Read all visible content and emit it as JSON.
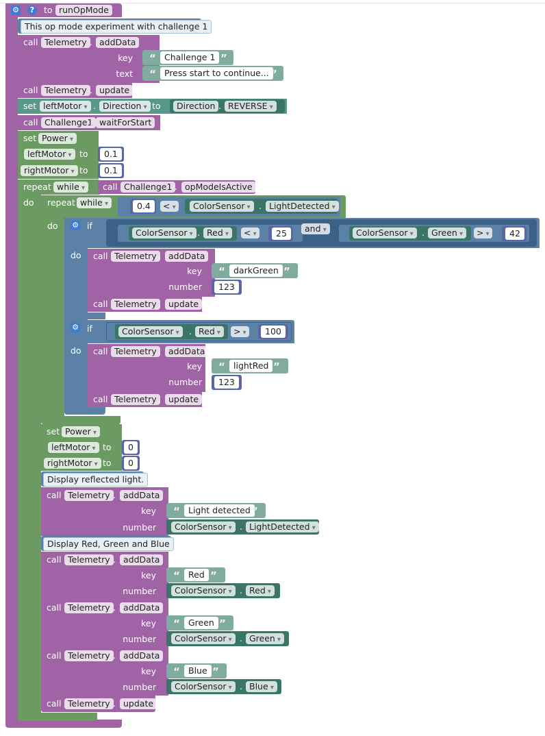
{
  "header": {
    "to_label": "to",
    "func_name": "runOpMode"
  },
  "comment1": "This op mode experiment with challenge 1",
  "kw": {
    "call": "call",
    "set": "set",
    "to": "to",
    "repeat": "repeat",
    "while": "while",
    "do": "do",
    "if": "if",
    "and": "and",
    "key": "key",
    "text": "text",
    "number": "number",
    "dot": "."
  },
  "obj": {
    "telemetry": "Telemetry",
    "adddata": "addData",
    "update": "update",
    "challenge1": "Challenge1",
    "waitforstart": "waitForStart",
    "opmodeisactive": "opModeIsActive",
    "colorsensor": "ColorSensor",
    "lightdetected": "LightDetected",
    "red": "Red",
    "green": "Green",
    "blue": "Blue",
    "leftmotor": "leftMotor",
    "rightmotor": "rightMotor",
    "direction": "Direction",
    "reverse": "REVERSE",
    "power": "Power"
  },
  "strings": {
    "challenge1": "Challenge 1",
    "pressstart": "Press start to continue...",
    "darkgreen": "darkGreen",
    "lightred": "lightRed",
    "lightdetected": "Light detected",
    "red": "Red",
    "green": "Green",
    "blue": "Blue"
  },
  "numbers": {
    "n04": "0.4",
    "n01a": "0.1",
    "n01b": "0.1",
    "n25": "25",
    "n42": "42",
    "n123a": "123",
    "n100": "100",
    "n123b": "123",
    "n0a": "0",
    "n0b": "0"
  },
  "ops": {
    "lt1": "<",
    "lt2": "<",
    "gt1": ">",
    "gt2": ">"
  },
  "comments": {
    "reflected": "Display reflected light.",
    "rgb": "Display Red, Green and Blue"
  },
  "colors": {
    "procedure": "#a064a6",
    "loop": "#6b9b63",
    "logic": "#5b82a6",
    "motor": "#58988a",
    "math": "#5b67a5",
    "gear": "#3d7bd6"
  },
  "icons": [
    "gear-icon",
    "help-icon",
    "quote-open-icon",
    "quote-close-icon",
    "dropdown-arrow-icon"
  ]
}
